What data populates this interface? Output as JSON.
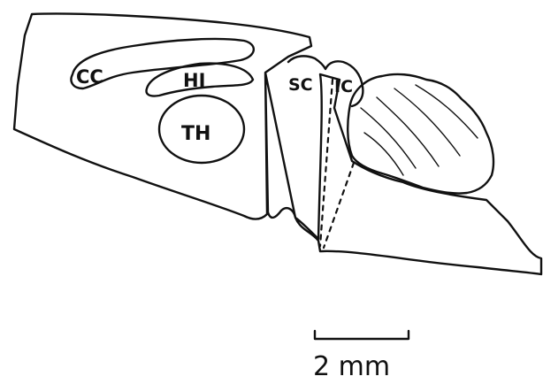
{
  "regions": {
    "cc": "CC",
    "hi": "HI",
    "th": "TH",
    "sc": "SC",
    "ic": "IC"
  },
  "scale_bar": {
    "label": "2 mm"
  }
}
